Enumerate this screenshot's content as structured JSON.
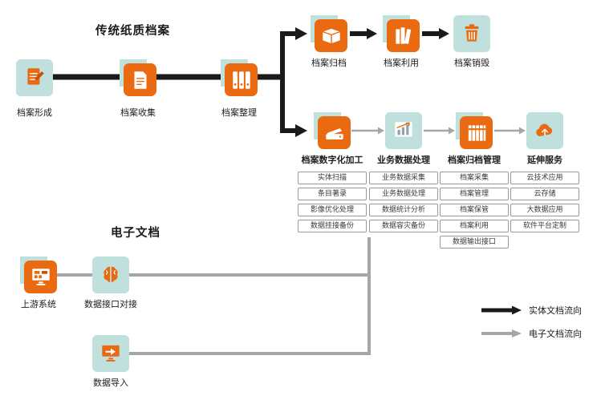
{
  "sections": {
    "paper_title": "传统纸质档案",
    "electronic_title": "电子文档"
  },
  "main_flow": [
    {
      "label": "档案形成",
      "icon": "document-edit"
    },
    {
      "label": "档案收集",
      "icon": "document-collect"
    },
    {
      "label": "档案整理",
      "icon": "binders"
    }
  ],
  "upper_branch": [
    {
      "label": "档案归档",
      "icon": "archive-box"
    },
    {
      "label": "档案利用",
      "icon": "books"
    },
    {
      "label": "档案销毁",
      "icon": "trash-bin"
    }
  ],
  "lower_branch": [
    {
      "label": "档案数字化加工",
      "icon": "scanner",
      "items": [
        "实体扫描",
        "条目著录",
        "影像优化处理",
        "数据挂接备份"
      ]
    },
    {
      "label": "业务数据处理",
      "icon": "bar-chart",
      "items": [
        "业务数据采集",
        "业务数据处理",
        "数据统计分析",
        "数据容灾备份"
      ]
    },
    {
      "label": "档案归档管理",
      "icon": "archive-shelf",
      "items": [
        "档案采集",
        "档案管理",
        "档案保管",
        "档案利用",
        "数据输出接口"
      ]
    },
    {
      "label": "延伸服务",
      "icon": "cloud",
      "items": [
        "云技术应用",
        "云存储",
        "大数据应用",
        "软件平台定制"
      ]
    }
  ],
  "electronic_flow": [
    {
      "label": "上游系统",
      "icon": "monitor-system"
    },
    {
      "label": "数据接口对接",
      "icon": "brain-network"
    },
    {
      "label": "数据导入",
      "icon": "monitor-import"
    }
  ],
  "legend": [
    {
      "label": "实体文档流向",
      "style": "solid-black-arrow"
    },
    {
      "label": "电子文档流向",
      "style": "gray-arrow"
    }
  ],
  "colors": {
    "orange": "#E96A10",
    "orange_d": "#C05409",
    "teal": "#BFE0DC",
    "flow_black": "#1A1A1A",
    "flow_gray": "#A6A6A6"
  }
}
